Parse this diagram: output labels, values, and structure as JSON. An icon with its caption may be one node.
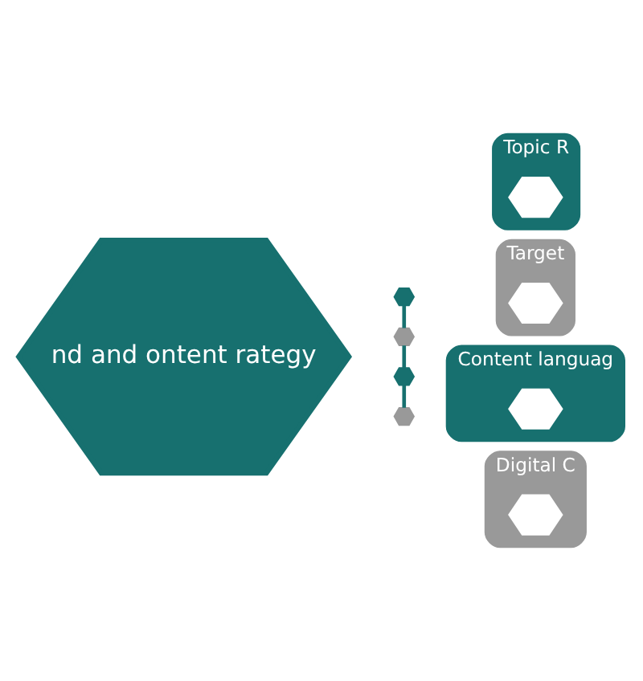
{
  "diagram": {
    "nodes": [
      {
        "text": [
          "nd and ontent rategy"
        ]
      },
      {
        "text": [],
        "shape": "hexagon"
      },
      {
        "text": [
          "Topic R"
        ]
      },
      {
        "text": [],
        "shape": "hexagon",
        "in": 2
      },
      {
        "text": [],
        "shape": "hexagon"
      },
      {
        "text": [
          "Target"
        ]
      },
      {
        "text": [],
        "shape": "hexagon",
        "in": 5
      },
      {
        "text": [],
        "shape": "hexagon"
      },
      {
        "text": [
          "Content languag"
        ]
      },
      {
        "text": [],
        "shape": "hexagon",
        "in": 8
      },
      {
        "text": [],
        "shape": "hexagon"
      },
      {
        "text": [
          "Digital C"
        ]
      },
      {
        "text": [],
        "shape": "hexagon",
        "in": 11
      }
    ],
    "edges": [
      {
        "from": 1,
        "to": 4,
        "arrow": "none"
      },
      {
        "from": 4,
        "to": 7,
        "arrow": "none"
      },
      {
        "from": 7,
        "to": 10,
        "arrow": "none"
      }
    ]
  }
}
